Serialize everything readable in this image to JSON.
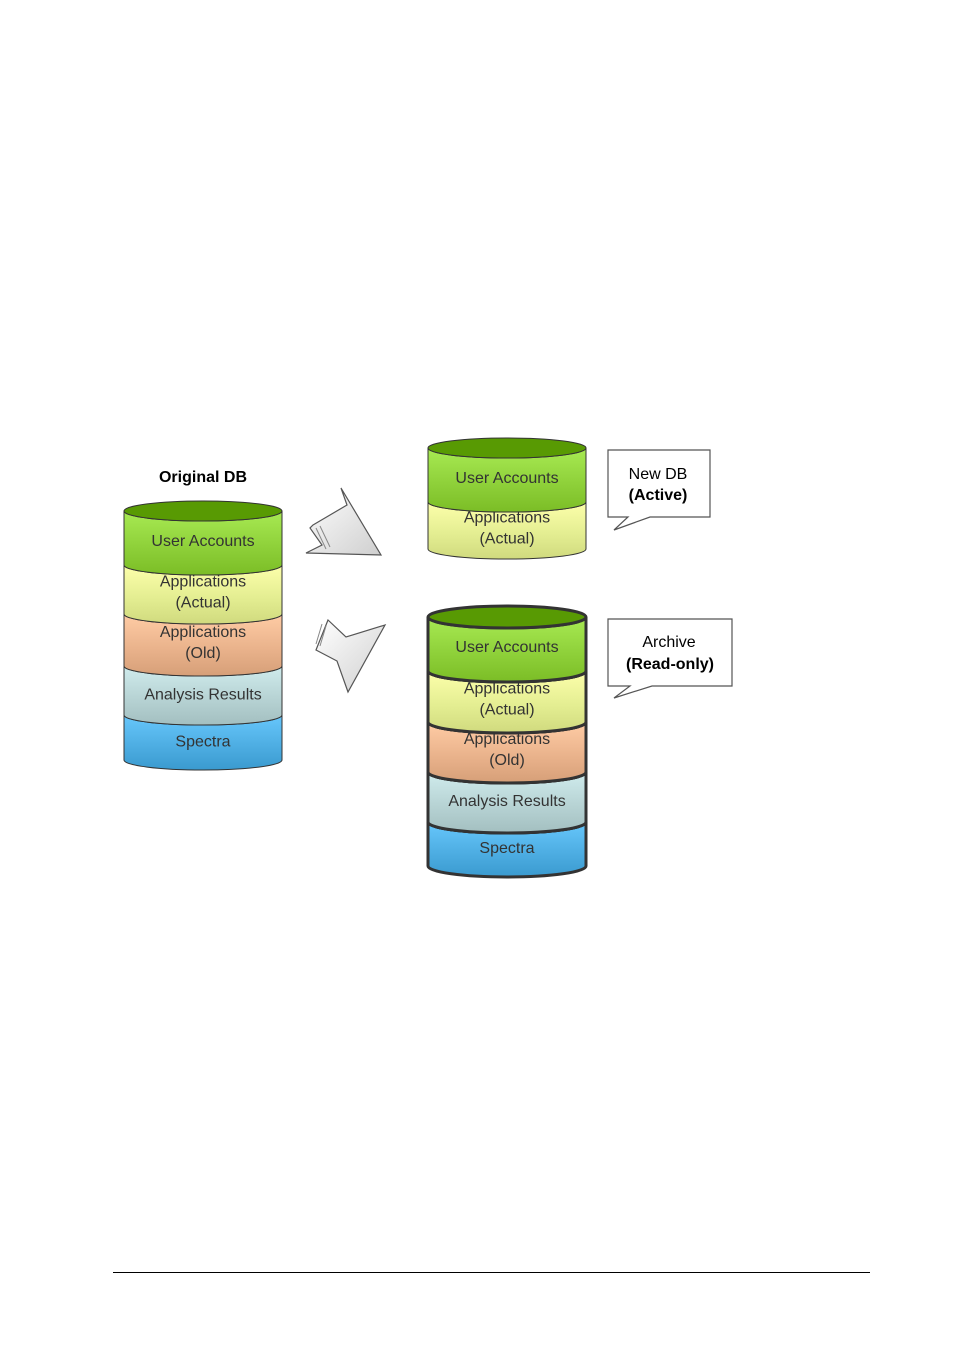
{
  "original_db": {
    "title": "Original DB",
    "segments": [
      {
        "line1": "User Accounts",
        "line2": "",
        "color": "#8fd13a"
      },
      {
        "line1": "Applications",
        "line2": "(Actual)",
        "color": "#e4ee92"
      },
      {
        "line1": "Applications",
        "line2": "(Old)",
        "color": "#eab38c"
      },
      {
        "line1": "Analysis Results",
        "line2": "",
        "color": "#b7d3d4"
      },
      {
        "line1": "Spectra",
        "line2": "",
        "color": "#4eaee3"
      }
    ]
  },
  "new_db": {
    "segments": [
      {
        "line1": "User Accounts",
        "line2": "",
        "color": "#8fd13a"
      },
      {
        "line1": "Applications",
        "line2": "(Actual)",
        "color": "#e4ee92"
      }
    ],
    "callout": {
      "line1": "New DB",
      "line2": "(Active)"
    }
  },
  "archive_db": {
    "segments": [
      {
        "line1": "User Accounts",
        "line2": "",
        "color": "#8fd13a"
      },
      {
        "line1": "Applications",
        "line2": "(Actual)",
        "color": "#e4ee92"
      },
      {
        "line1": "Applications",
        "line2": "(Old)",
        "color": "#eab38c"
      },
      {
        "line1": "Analysis Results",
        "line2": "",
        "color": "#b7d3d4"
      },
      {
        "line1": "Spectra",
        "line2": "",
        "color": "#4eaee3"
      }
    ],
    "callout": {
      "line1": "Archive",
      "line2": "(Read-only)"
    }
  }
}
